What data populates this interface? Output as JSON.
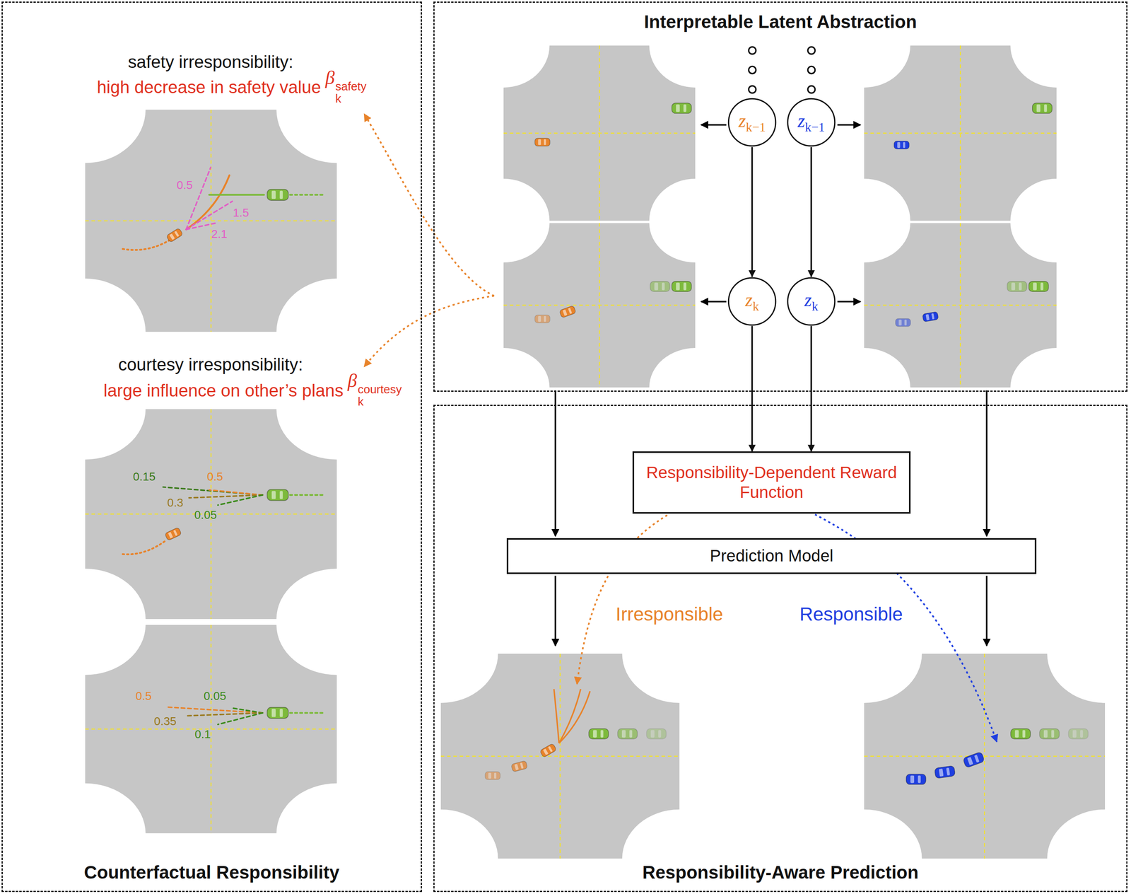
{
  "diagram": {
    "nodes": [
      {
        "text": [
          "Counterfactual Responsibility"
        ]
      },
      {
        "text": [
          "Interpretable Latent Abstraction"
        ]
      },
      {
        "text": [
          "zk−1"
        ],
        "in": 1
      },
      {
        "text": [
          "zk−1"
        ],
        "in": 1
      },
      {
        "text": [
          "zk"
        ],
        "in": 1
      },
      {
        "text": [
          "zk"
        ],
        "in": 1
      },
      {
        "text": [
          "Responsibility-Aware Prediction"
        ]
      },
      {
        "text": [
          "Responsibility-Dependent Reward Function"
        ],
        "in": 6
      },
      {
        "text": [
          "Prediction Model"
        ],
        "in": 6
      }
    ],
    "edges": [
      {
        "from": 2,
        "to": 4,
        "arrow": "to"
      },
      {
        "from": 3,
        "to": 5,
        "arrow": "to"
      },
      {
        "from": 4,
        "to": 7,
        "arrow": "to"
      },
      {
        "from": 5,
        "to": 7,
        "arrow": "to"
      }
    ],
    "labels": [
      "safety irresponsibility:",
      "high decrease in safety value",
      "βksafety",
      "courtesy irresponsibility:",
      "large influence on other’s plans",
      "βkcourtesy",
      "0.5",
      "1.5",
      "2.1",
      "0.15",
      "0.5",
      "0.3",
      "0.05",
      "0.5",
      "0.05",
      "0.35",
      "0.1",
      "Irresponsible",
      "Responsible"
    ]
  }
}
